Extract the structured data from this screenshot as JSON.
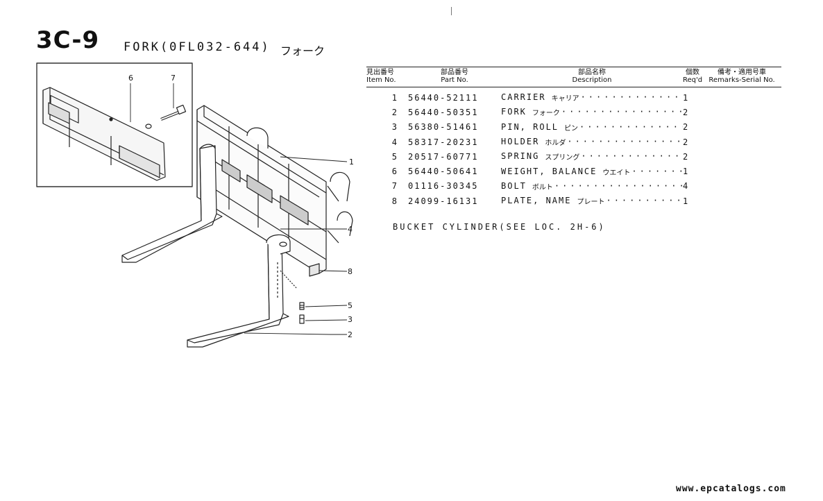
{
  "page": {
    "code": "3C-9",
    "title": "FORK(0FL032-644)",
    "title_jp": "フォーク"
  },
  "table": {
    "headers": {
      "item_jp": "見出番号",
      "item_en": "Item No.",
      "part_jp": "部品番号",
      "part_en": "Part No.",
      "desc_jp": "部品名称",
      "desc_en": "Description",
      "qty_jp": "個数",
      "qty_en": "Req'd",
      "remarks_jp": "備考・適用号車",
      "remarks_en": "Remarks-Serial No."
    },
    "rows": [
      {
        "item": "1",
        "part": "56440-52111",
        "desc": "CARRIER",
        "desc_jp": "キャリア",
        "qty": "1"
      },
      {
        "item": "2",
        "part": "56440-50351",
        "desc": "FORK",
        "desc_jp": "フォーク",
        "qty": "2"
      },
      {
        "item": "3",
        "part": "56380-51461",
        "desc": "PIN, ROLL",
        "desc_jp": "ピン",
        "qty": "2"
      },
      {
        "item": "4",
        "part": "58317-20231",
        "desc": "HOLDER",
        "desc_jp": "ホルダ",
        "qty": "2"
      },
      {
        "item": "5",
        "part": "20517-60771",
        "desc": "SPRING",
        "desc_jp": "スプリング",
        "qty": "2"
      },
      {
        "item": "6",
        "part": "56440-50641",
        "desc": "WEIGHT, BALANCE",
        "desc_jp": "ウエイト",
        "qty": "1"
      },
      {
        "item": "7",
        "part": "01116-30345",
        "desc": "BOLT",
        "desc_jp": "ボルト",
        "qty": "4"
      },
      {
        "item": "8",
        "part": "24099-16131",
        "desc": "PLATE, NAME",
        "desc_jp": "プレート",
        "qty": "1"
      }
    ],
    "note": "BUCKET CYLINDER(SEE LOC. 2H-6)"
  },
  "callouts": {
    "c1": "1",
    "c2": "2",
    "c3": "3",
    "c4": "4",
    "c5": "5",
    "c6": "6",
    "c7": "7",
    "c8": "8"
  },
  "footer": {
    "url": "www.epcatalogs.com"
  }
}
